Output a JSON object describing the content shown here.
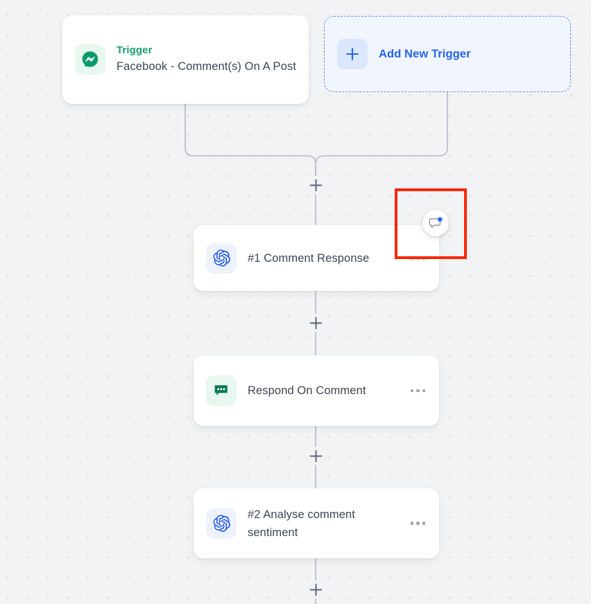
{
  "canvas": {
    "background_color": "#f2f3f5",
    "grid_dot_color": "#e4e6e9",
    "connector_color": "#b6bac1"
  },
  "nodes": {
    "trigger": {
      "kicker": "Trigger",
      "title": "Facebook - Comment(s) On A Post",
      "icon": "messenger-icon",
      "icon_color": "#089a6b",
      "kicker_color": "#16a070"
    },
    "add_trigger": {
      "label": "Add New Trigger",
      "icon": "plus-icon",
      "accent_color": "#2563eb",
      "border_color": "#5b8def",
      "fill_color": "#f1f6fe"
    },
    "step1": {
      "title": "#1 Comment Response",
      "icon": "openai-icon",
      "icon_color": "#1a56f0",
      "menu": "more-options"
    },
    "step2": {
      "title": "Respond On Comment",
      "icon": "comment-bubble-icon",
      "icon_color": "#0b7a53",
      "menu": "more-options"
    },
    "step3": {
      "title": "#2 Analyse comment sentiment",
      "icon": "openai-icon",
      "icon_color": "#1a56f0",
      "menu": "more-options"
    }
  },
  "add_step_handles": [
    {
      "name": "add-step-after-triggers",
      "label": "+"
    },
    {
      "name": "add-step-after-step1",
      "label": "+"
    },
    {
      "name": "add-step-after-step2",
      "label": "+"
    },
    {
      "name": "add-step-after-step3",
      "label": "+"
    }
  ],
  "comment_badge": {
    "name": "comment-badge",
    "icon": "speech-bubble-icon",
    "has_unread_dot": true,
    "dot_color": "#2f6bf6"
  },
  "highlight": {
    "name": "annotation-highlight",
    "color": "#fa2600"
  }
}
